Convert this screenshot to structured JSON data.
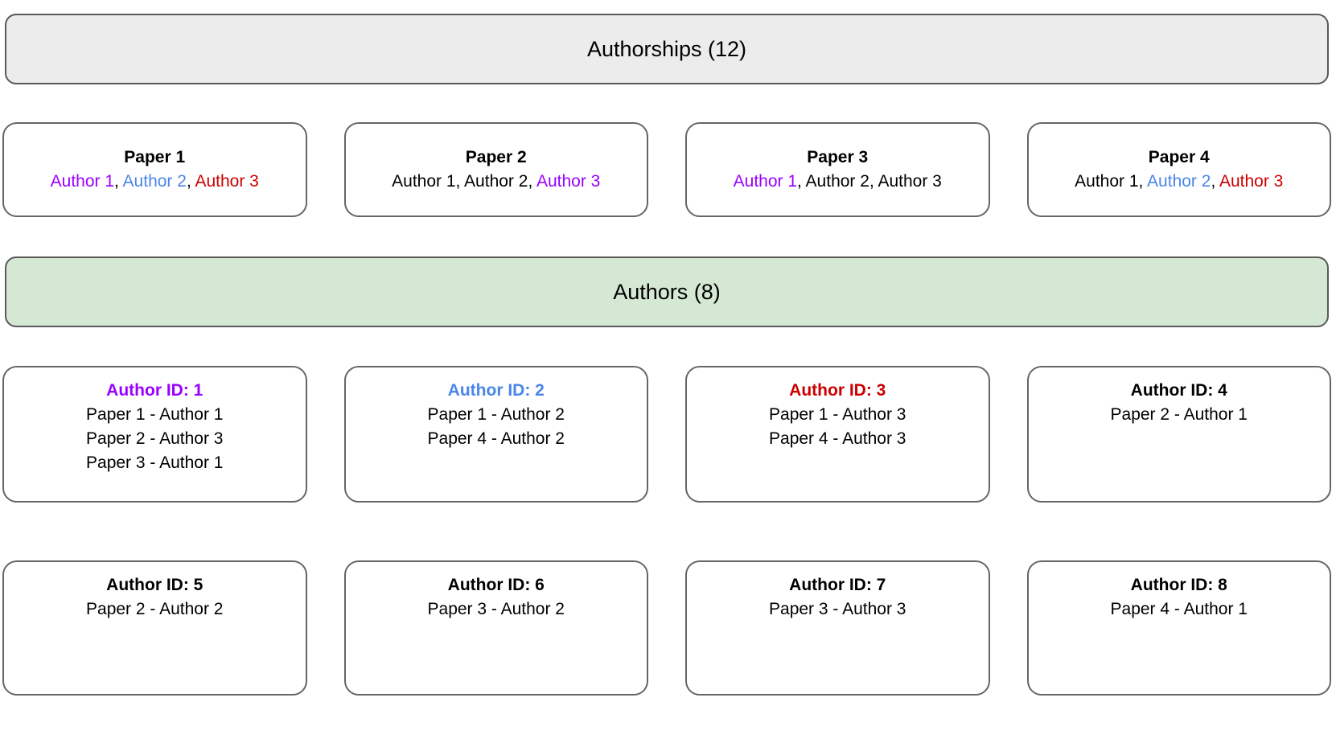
{
  "colors": {
    "purple": "#9900ff",
    "blue": "#4a86e8",
    "red": "#cc0000",
    "black": "#000000"
  },
  "banners": {
    "authorships": {
      "label": "Authorships (12)",
      "bg": "#ececec"
    },
    "authors": {
      "label": "Authors (8)",
      "bg": "#d5e8d4"
    }
  },
  "papers": [
    {
      "title": "Paper 1",
      "authors": [
        {
          "label": "Author 1",
          "color": "purple"
        },
        {
          "label": "Author 2",
          "color": "blue"
        },
        {
          "label": "Author 3",
          "color": "red"
        }
      ]
    },
    {
      "title": "Paper 2",
      "authors": [
        {
          "label": "Author 1",
          "color": "black"
        },
        {
          "label": "Author 2",
          "color": "black"
        },
        {
          "label": "Author 3",
          "color": "purple"
        }
      ]
    },
    {
      "title": "Paper 3",
      "authors": [
        {
          "label": "Author 1",
          "color": "purple"
        },
        {
          "label": "Author 2",
          "color": "black"
        },
        {
          "label": "Author 3",
          "color": "black"
        }
      ]
    },
    {
      "title": "Paper 4",
      "authors": [
        {
          "label": "Author 1",
          "color": "black"
        },
        {
          "label": "Author 2",
          "color": "blue"
        },
        {
          "label": "Author 3",
          "color": "red"
        }
      ]
    }
  ],
  "author_cards": [
    {
      "title": "Author ID: 1",
      "color": "purple",
      "lines": [
        "Paper 1 - Author 1",
        "Paper 2 - Author 3",
        "Paper 3 - Author 1"
      ]
    },
    {
      "title": "Author ID: 2",
      "color": "blue",
      "lines": [
        "Paper 1 - Author 2",
        "Paper 4 - Author 2"
      ]
    },
    {
      "title": "Author ID: 3",
      "color": "red",
      "lines": [
        "Paper 1 - Author 3",
        "Paper 4 - Author 3"
      ]
    },
    {
      "title": "Author ID: 4",
      "color": "black",
      "lines": [
        "Paper 2 - Author 1"
      ]
    },
    {
      "title": "Author ID: 5",
      "color": "black",
      "lines": [
        "Paper 2 - Author 2"
      ]
    },
    {
      "title": "Author ID: 6",
      "color": "black",
      "lines": [
        "Paper 3 - Author 2"
      ]
    },
    {
      "title": "Author ID: 7",
      "color": "black",
      "lines": [
        "Paper 3 - Author 3"
      ]
    },
    {
      "title": "Author ID: 8",
      "color": "black",
      "lines": [
        "Paper 4 - Author 1"
      ]
    }
  ]
}
